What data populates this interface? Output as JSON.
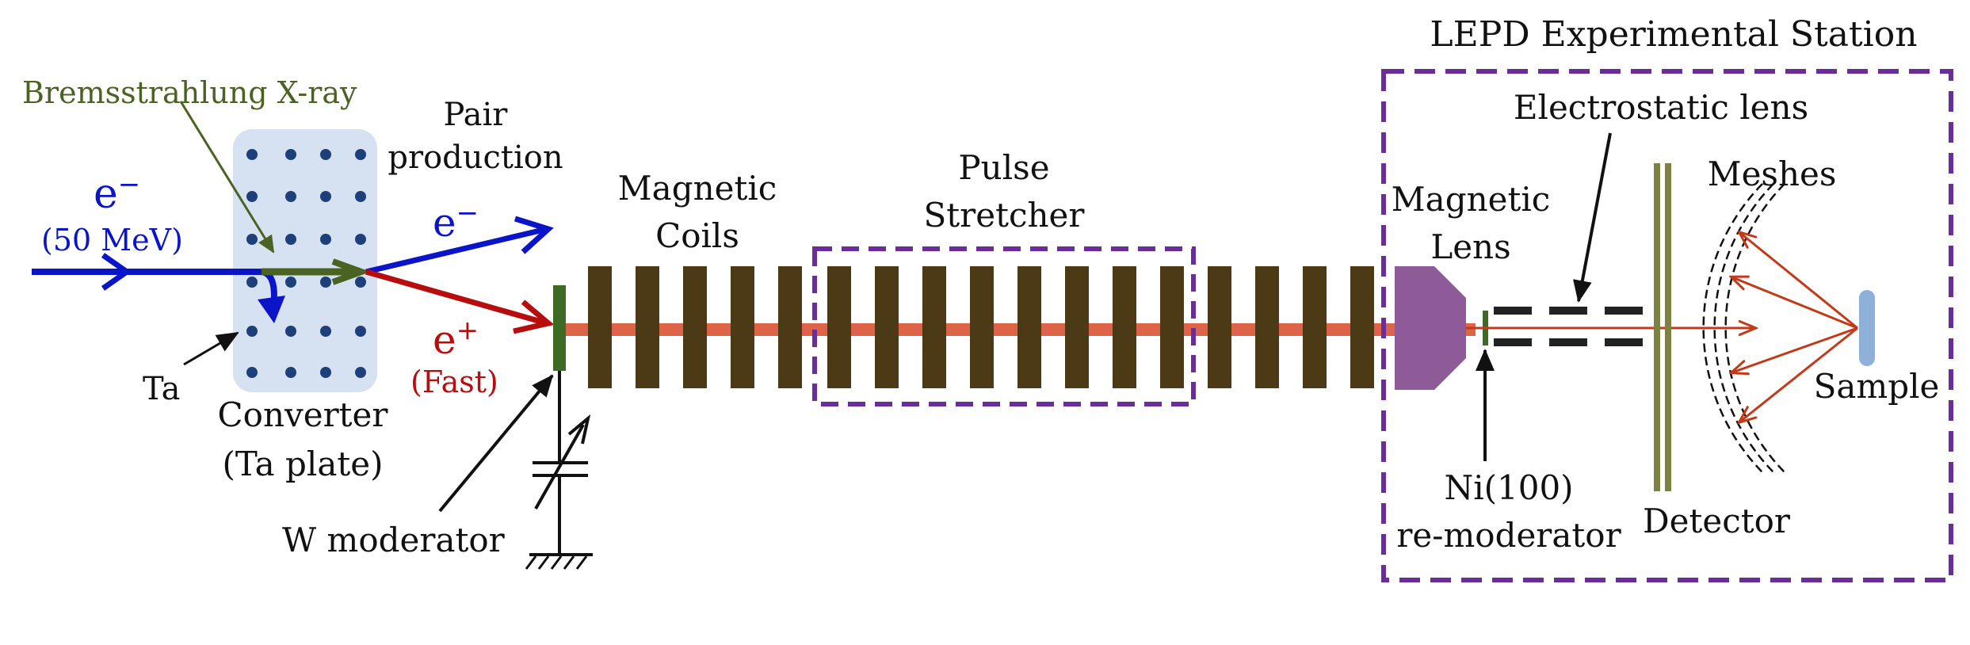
{
  "colors": {
    "electron": "#0a14c8",
    "positron": "#b80d0d",
    "xray": "#4a6323",
    "converter_fill": "#d6e1f1",
    "converter_dots": "#1d3f7a",
    "coil": "#4b3a15",
    "beam": "#dd6448",
    "dashed_box": "#6b2d9a",
    "magnetic_lens": "#8e5b98",
    "moderator": "#3d6b25",
    "detector": "#7d8243",
    "sample": "#8fb0d9",
    "reflected_rays": "#c33a18",
    "text": "#111111"
  },
  "labels": {
    "bremsstrahlung": "Bremsstrahlung X-ray",
    "electron_in": "e−",
    "electron_energy": "(50 MeV)",
    "pair_line1": "Pair",
    "pair_line2": "production",
    "electron_out": "e−",
    "positron": "e+",
    "positron_fast": "(Fast)",
    "ta": "Ta",
    "converter_line1": "Converter",
    "converter_line2": "(Ta plate)",
    "w_moderator": "W moderator",
    "coils_line1": "Magnetic",
    "coils_line2": "Coils",
    "stretcher_line1": "Pulse",
    "stretcher_line2": "Stretcher",
    "station_title": "LEPD Experimental Station",
    "electrostatic_lens": "Electrostatic lens",
    "magnetic_lens_line1": "Magnetic",
    "magnetic_lens_line2": "Lens",
    "meshes": "Meshes",
    "sample": "Sample",
    "remod_line1": "Ni(100)",
    "remod_line2": "re-moderator",
    "detector": "Detector"
  },
  "icons": {
    "variable_capacitor": "variable-capacitor-icon",
    "ground": "ground-icon"
  }
}
